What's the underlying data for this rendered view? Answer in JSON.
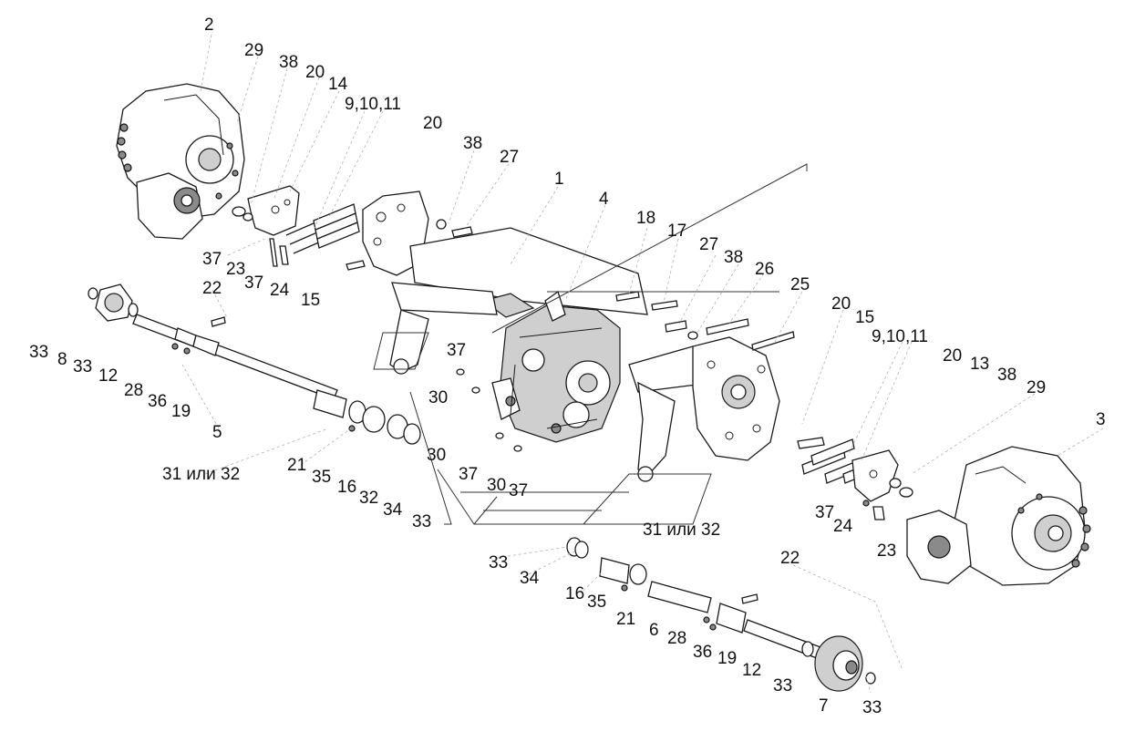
{
  "callouts": {
    "c1": "1",
    "c2": "2",
    "c3": "3",
    "c4": "4",
    "c5": "5",
    "c6": "6",
    "c7": "7",
    "c8": "8",
    "c9_11_a": "9,10,11",
    "c9_11_b": "9,10,11",
    "c12_a": "12",
    "c12_b": "12",
    "c13": "13",
    "c14": "14",
    "c15_a": "15",
    "c15_b": "15",
    "c16_a": "16",
    "c16_b": "16",
    "c17": "17",
    "c18": "18",
    "c19_a": "19",
    "c19_b": "19",
    "c20_a": "20",
    "c20_b": "20",
    "c20_c": "20",
    "c20_d": "20",
    "c21_a": "21",
    "c21_b": "21",
    "c22_a": "22",
    "c22_b": "22",
    "c23_a": "23",
    "c23_b": "23",
    "c24_a": "24",
    "c24_b": "24",
    "c25": "25",
    "c26": "26",
    "c27_a": "27",
    "c27_b": "27",
    "c28_a": "28",
    "c28_b": "28",
    "c29_a": "29",
    "c29_b": "29",
    "c30_a": "30",
    "c30_b": "30",
    "c30_c": "30",
    "c31_a": "31 или 32",
    "c31_b": "31 или 32",
    "c32": "32",
    "c33_a": "33",
    "c33_b": "33",
    "c33_c": "33",
    "c33_d": "33",
    "c33_e": "33",
    "c33_f": "33",
    "c34_a": "34",
    "c34_b": "34",
    "c35_a": "35",
    "c35_b": "35",
    "c36_a": "36",
    "c36_b": "36",
    "c37_a": "37",
    "c37_b": "37",
    "c37_c": "37",
    "c37_d": "37",
    "c37_e": "37",
    "c37_f": "37",
    "c38_a": "38",
    "c38_b": "38",
    "c38_c": "38",
    "c38_d": "38"
  }
}
